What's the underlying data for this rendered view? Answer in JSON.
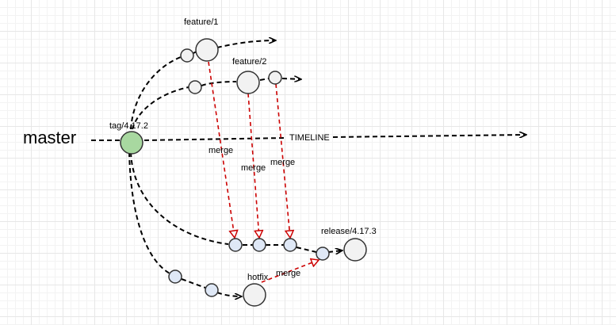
{
  "labels": {
    "master": "master",
    "tag": "tag/4.17.2",
    "timeline": "TIMELINE",
    "feature1": "feature/1",
    "feature2": "feature/2",
    "release": "release/4.17.3",
    "hotfix": "hotfix",
    "merge": "merge"
  },
  "colors": {
    "branch_line": "#000000",
    "merge_line": "#cc0000",
    "tag_node": "#a8d8a0",
    "commit_node": "#dfe8f6",
    "branch_head_node": "#f2f2f2"
  }
}
